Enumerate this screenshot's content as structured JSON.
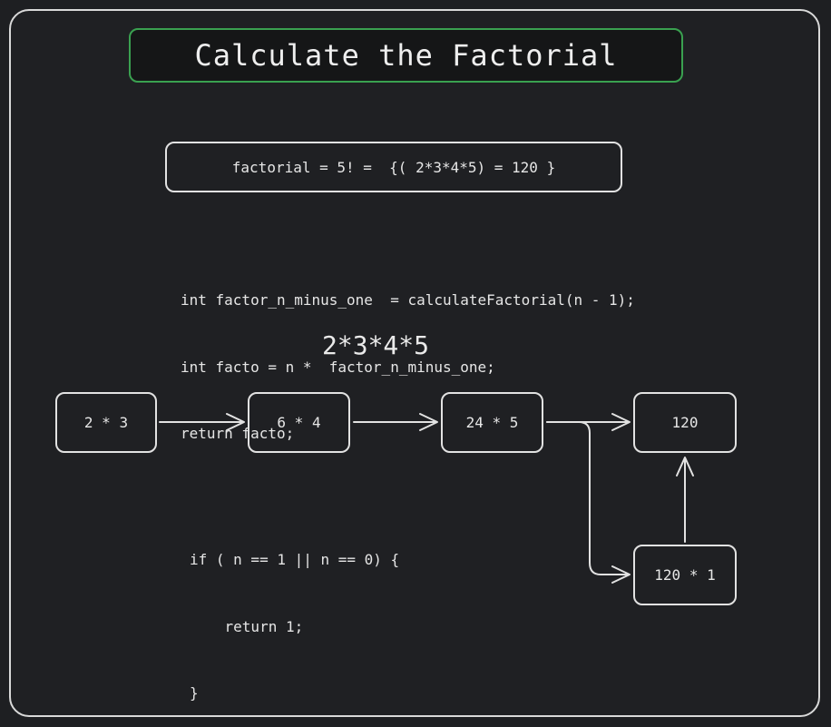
{
  "title": "Calculate the Factorial",
  "formula": "factorial = 5! =  {( 2*3*4*5) = 120 }",
  "recursive_code": [
    "int factor_n_minus_one  = calculateFactorial(n - 1);",
    "int facto = n *  factor_n_minus_one;",
    "return facto;"
  ],
  "product_label": "2*3*4*5",
  "nodes": [
    "2 * 3",
    "6 * 4",
    "24 * 5",
    "120",
    "120 * 1"
  ],
  "base_case_code": [
    "if ( n == 1 || n == 0) {",
    "    return 1;",
    "}"
  ],
  "colors": {
    "background": "#1e1f22",
    "title_border": "#3aa150",
    "stroke": "#e2e2e2"
  }
}
